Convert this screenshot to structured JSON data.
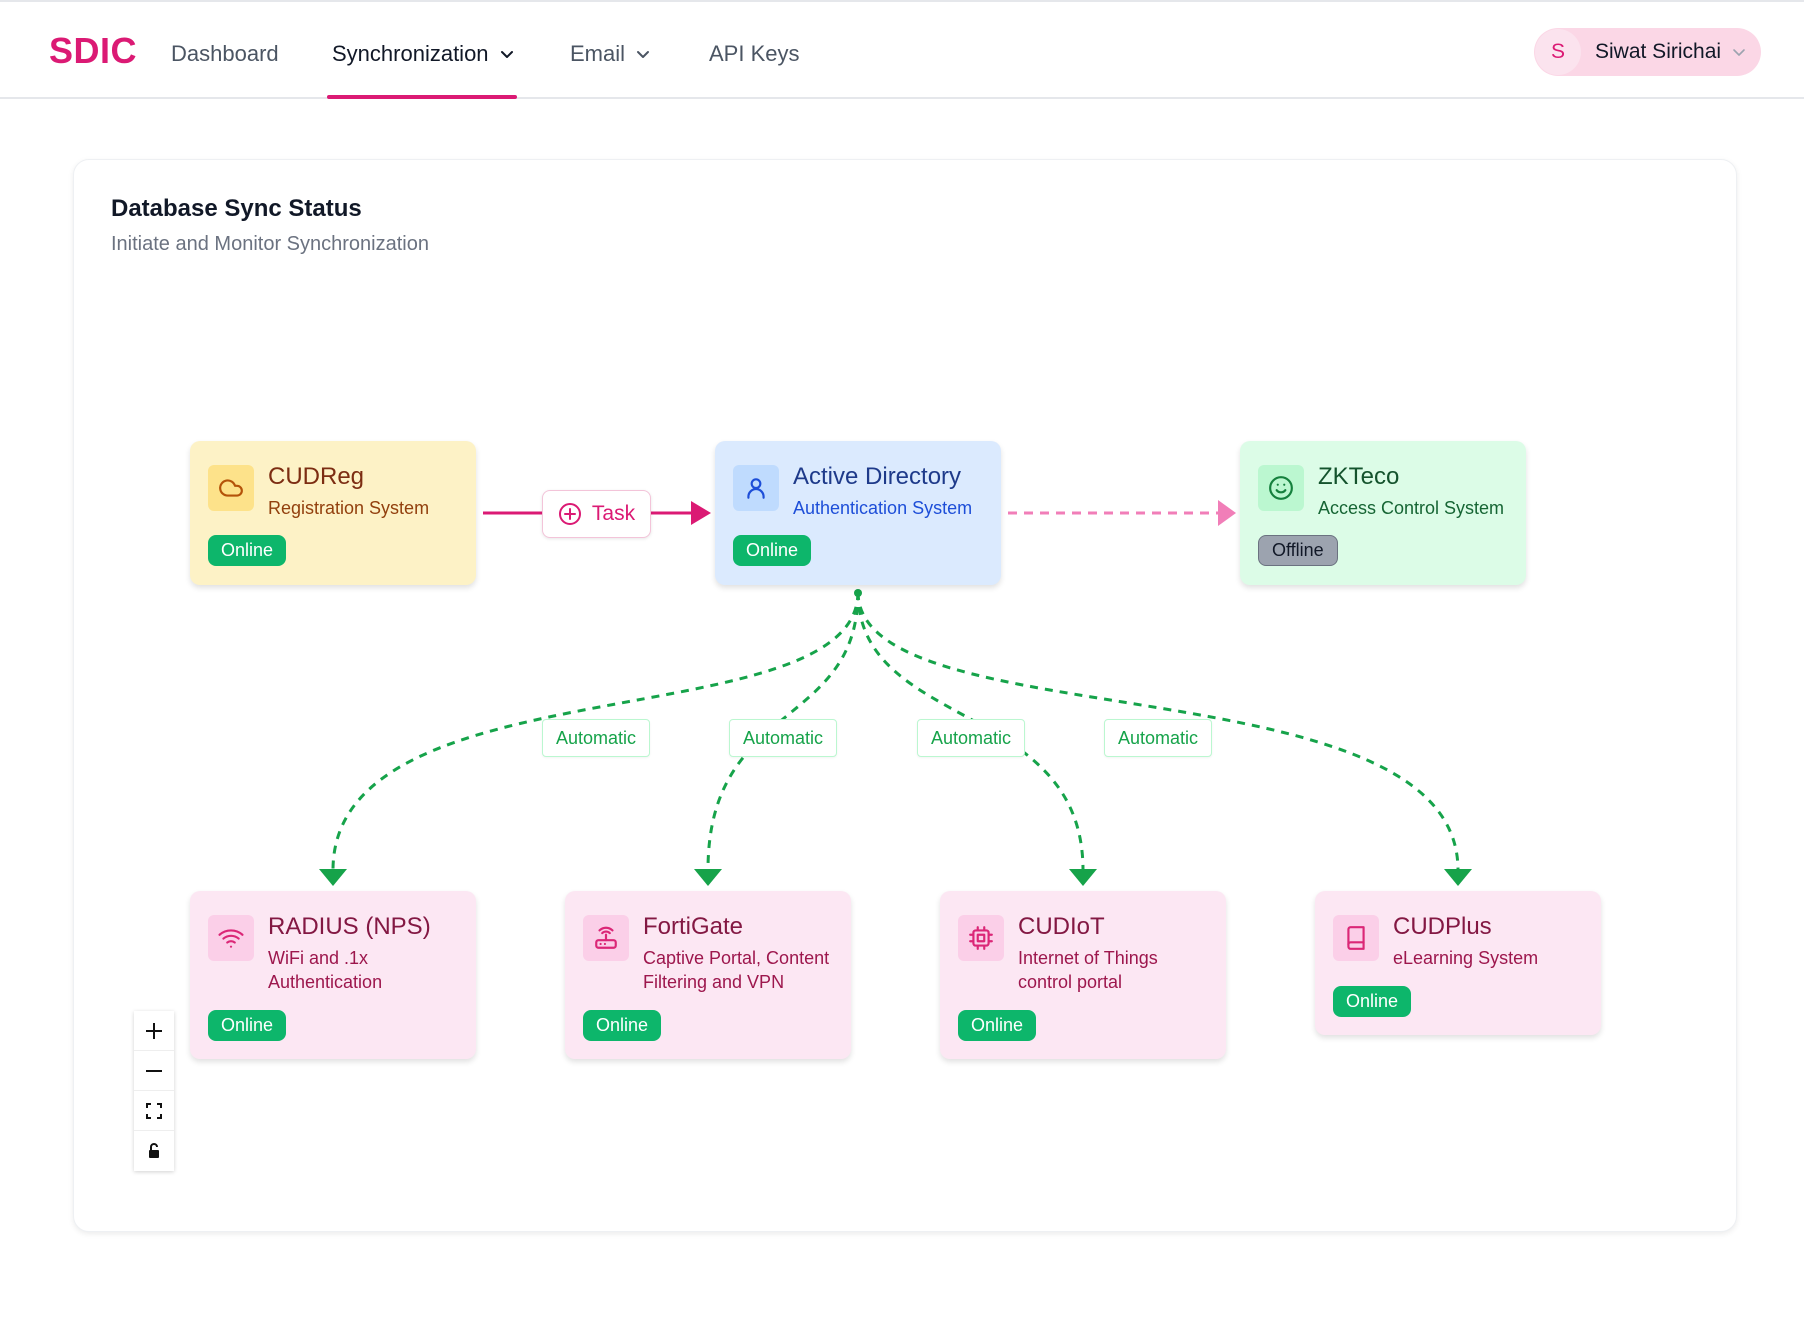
{
  "brand": "SDIC",
  "nav": {
    "dashboard": "Dashboard",
    "synchronization": "Synchronization",
    "email": "Email",
    "api_keys": "API Keys"
  },
  "user": {
    "initial": "S",
    "name": "Siwat Sirichai"
  },
  "card": {
    "title": "Database Sync Status",
    "subtitle": "Initiate and Monitor Synchronization"
  },
  "nodes": {
    "cudreg": {
      "title": "CUDReg",
      "subtitle": "Registration System",
      "status": "Online",
      "icon": "cloud-icon"
    },
    "ad": {
      "title": "Active Directory",
      "subtitle": "Authentication System",
      "status": "Online",
      "icon": "user-icon"
    },
    "zkteco": {
      "title": "ZKTeco",
      "subtitle": "Access Control System",
      "status": "Offline",
      "icon": "smile-icon"
    },
    "radius": {
      "title": "RADIUS (NPS)",
      "subtitle": "WiFi and .1x Authentication",
      "status": "Online",
      "icon": "wifi-icon"
    },
    "fortigate": {
      "title": "FortiGate",
      "subtitle": "Captive Portal, Content Filtering and VPN",
      "status": "Online",
      "icon": "router-icon"
    },
    "cudiot": {
      "title": "CUDIoT",
      "subtitle": "Internet of Things control portal",
      "status": "Online",
      "icon": "chip-icon"
    },
    "cudplus": {
      "title": "CUDPlus",
      "subtitle": "eLearning System",
      "status": "Online",
      "icon": "book-icon"
    }
  },
  "task_button": "Task",
  "edge_labels": [
    "Automatic",
    "Automatic",
    "Automatic",
    "Automatic"
  ],
  "colors": {
    "accent": "#db1a74",
    "online": "#0db66b",
    "offline": "#9ca3af",
    "auto_edge": "#16a34a",
    "dashed_pink": "#f472b6"
  }
}
